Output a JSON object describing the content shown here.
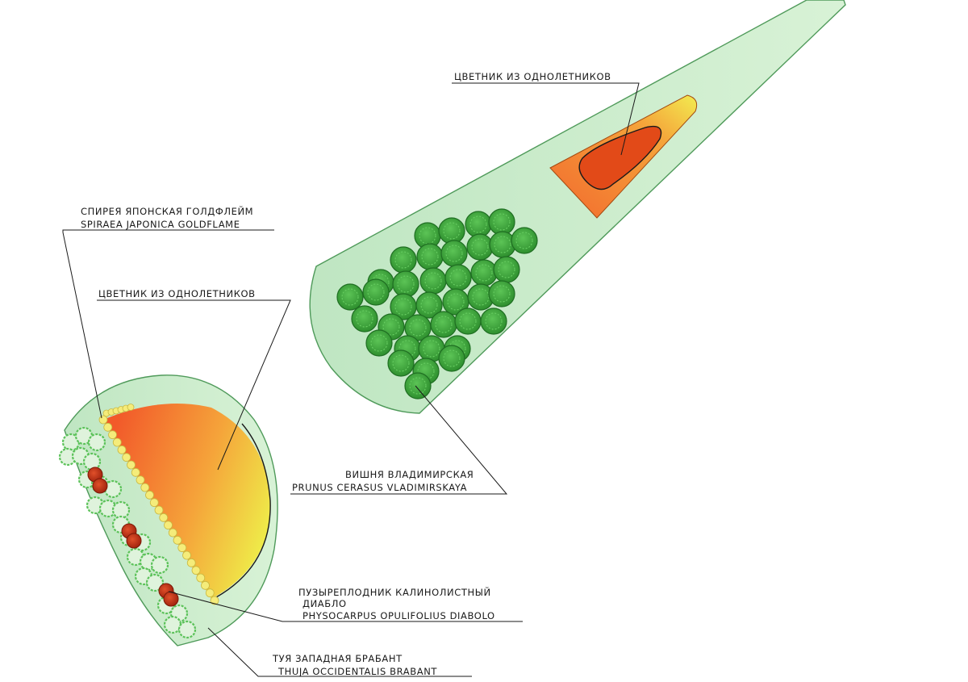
{
  "labels": {
    "annuals_bed_top": "ЦВЕТНИК ИЗ ОДНОЛЕТНИКОВ",
    "spiraea_ru": "СПИРЕЯ ЯПОНСКАЯ ГОЛДФЛЕЙМ",
    "spiraea_lat": "SPIRAEA JAPONICA GOLDFLAME",
    "annuals_bed_left": "ЦВЕТНИК ИЗ ОДНОЛЕТНИКОВ",
    "cherry_ru": "ВИШНЯ ВЛАДИМИРСКАЯ",
    "cherry_lat": "PRUNUS CERASUS VLADIMIRSKAYA",
    "physocarpus_ru_1": "ПУЗЫРЕПЛОДНИК КАЛИНОЛИСТНЫЙ",
    "physocarpus_ru_2": "ДИАБЛО",
    "physocarpus_lat": "PHYSOCARPUS OPULIFOLIUS DIABOLO",
    "thuja_ru": "ТУЯ ЗАПАДНАЯ БРАБАНТ",
    "thuja_lat": "THUJA OCCIDENTALIS BRABANT"
  },
  "colors": {
    "lawn": "#c8ebc8",
    "lawn_edge": "#4f9a5a",
    "tree_fill": "#3faa3a",
    "tree_dark": "#1f6e22",
    "thuja": "#6cc36a",
    "physocarpus": "#c8361b",
    "spiraea": "#f2e46c",
    "bed_outer": "#f27a2c",
    "bed_inner": "#e04a1a",
    "bed_yellow": "#f3f04a"
  }
}
